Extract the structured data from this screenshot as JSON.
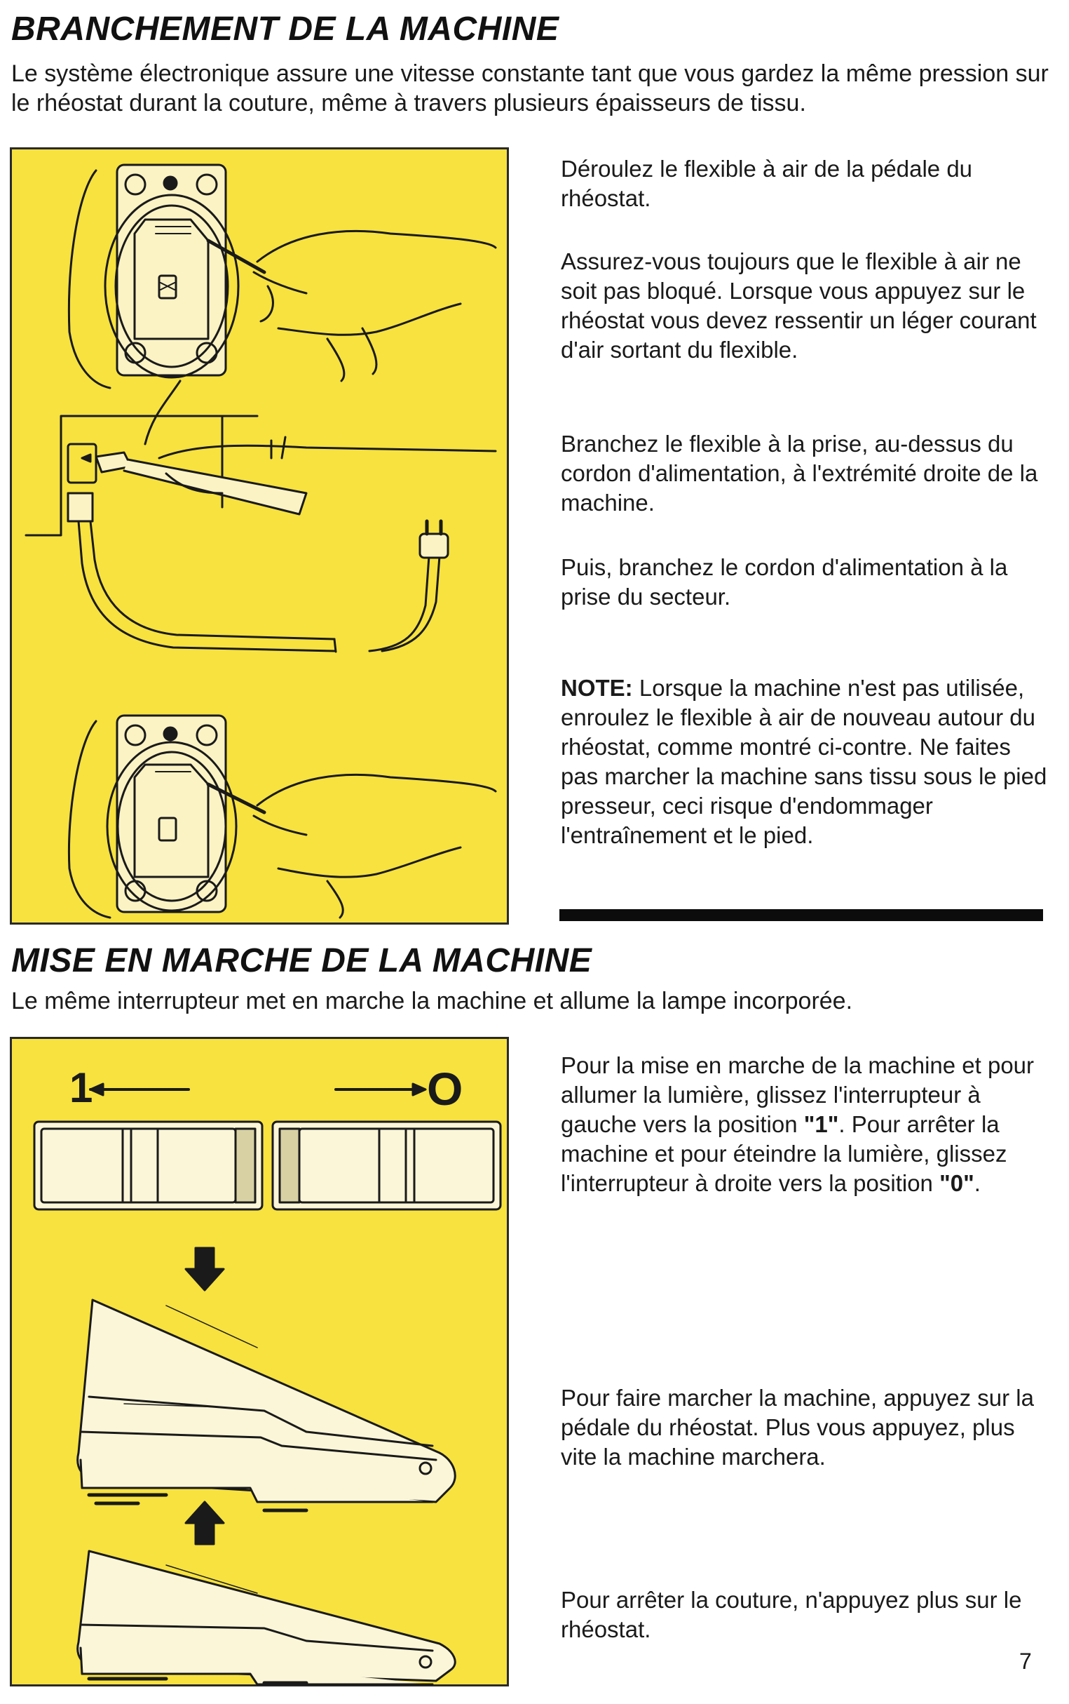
{
  "section1": {
    "title": "BRANCHEMENT DE LA MACHINE",
    "intro": "Le système électronique assure une vitesse constante tant que vous gardez la même pression sur le rhéostat durant la couture, même à travers plusieurs épaisseurs de tissu.",
    "paragraphs": [
      "Déroulez le flexible à air de la pédale du rhéostat.",
      "Assurez-vous toujours que le flexible à air ne soit pas bloqué. Lorsque vous appuyez sur le rhéostat vous devez ressentir un léger courant d'air sortant du flexible.",
      "Branchez le flexible à la prise, au-dessus du cordon d'alimentation, à l'extrémité droite de la machine.",
      "Puis, branchez le cordon d'alimentation à la prise du secteur."
    ],
    "note_label": "NOTE:",
    "note_text": "Lorsque la machine n'est pas utilisée, enroulez le flexible à air de nouveau autour du rhéostat, comme montré ci-contre. Ne faites pas marcher la machine sans tissu sous le pied presseur, ceci risque d'endommager l'entraînement et le pied."
  },
  "section2": {
    "title": "MISE EN MARCHE DE LA MACHINE",
    "intro": "Le même interrupteur met en marche la machine et allume la lampe incorporée.",
    "switch_on_label": "1",
    "switch_off_label": "O",
    "paragraph_switch_a": "Pour la mise en marche de la machine et pour allumer la lumière, glissez l'interrupteur à gauche vers la position ",
    "switch_pos_on": "\"1\"",
    "paragraph_switch_b": ". Pour arrêter la machine et pour éteindre la lumière, glissez l'interrupteur à droite vers la position ",
    "switch_pos_off": "\"0\"",
    "paragraph_switch_c": ".",
    "paragraph_press": "Pour faire marcher la machine, appuyez sur la pédale du rhéostat. Plus vous appuyez, plus vite la machine marchera.",
    "paragraph_release": "Pour arrêter la couture, n'appuyez plus sur le rhéostat."
  },
  "page_number": "7",
  "colors": {
    "panel_yellow": "#f7e23f",
    "ink": "#1a1a1a"
  },
  "illustrations": {
    "s1": [
      "foot-pedal-hose-unwinding",
      "hose-plug-into-machine-socket",
      "hose-rewound-on-pedal"
    ],
    "s2": [
      "switch-position-on",
      "switch-position-off",
      "pedal-pressed",
      "pedal-released"
    ]
  }
}
